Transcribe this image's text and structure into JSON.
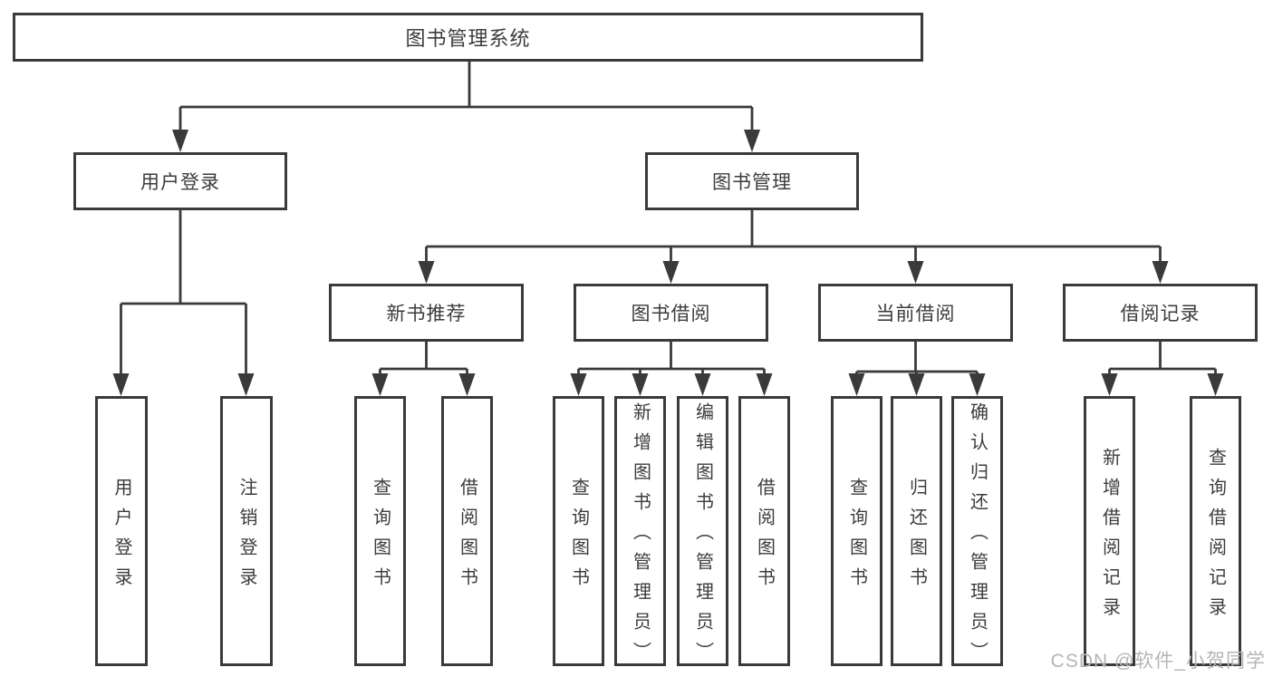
{
  "diagram_title": "图书管理系统",
  "tree": {
    "root": {
      "label": "图书管理系统"
    },
    "level2": [
      {
        "label": "用户登录",
        "children": [
          {
            "label": "用户登录"
          },
          {
            "label": "注销登录"
          }
        ]
      },
      {
        "label": "图书管理",
        "children": [
          {
            "label": "新书推荐",
            "children": [
              {
                "label": "查询图书"
              },
              {
                "label": "借阅图书"
              }
            ]
          },
          {
            "label": "图书借阅",
            "children": [
              {
                "label": "查询图书"
              },
              {
                "label": "新增图书（管理员）"
              },
              {
                "label": "编辑图书（管理员）"
              },
              {
                "label": "借阅图书"
              }
            ]
          },
          {
            "label": "当前借阅",
            "children": [
              {
                "label": "查询图书"
              },
              {
                "label": "归还图书"
              },
              {
                "label": "确认归还（管理员）"
              }
            ]
          },
          {
            "label": "借阅记录",
            "children": [
              {
                "label": "新增借阅记录"
              },
              {
                "label": "查询借阅记录"
              }
            ]
          }
        ]
      }
    ]
  },
  "watermark": {
    "text": "CSDN @软件_小贺同学",
    "color": "#b5b5b5"
  },
  "colors": {
    "line": "#3a3a3a",
    "box_border": "#3a3a3a",
    "text": "#3c3c3c",
    "background": "#ffffff"
  }
}
